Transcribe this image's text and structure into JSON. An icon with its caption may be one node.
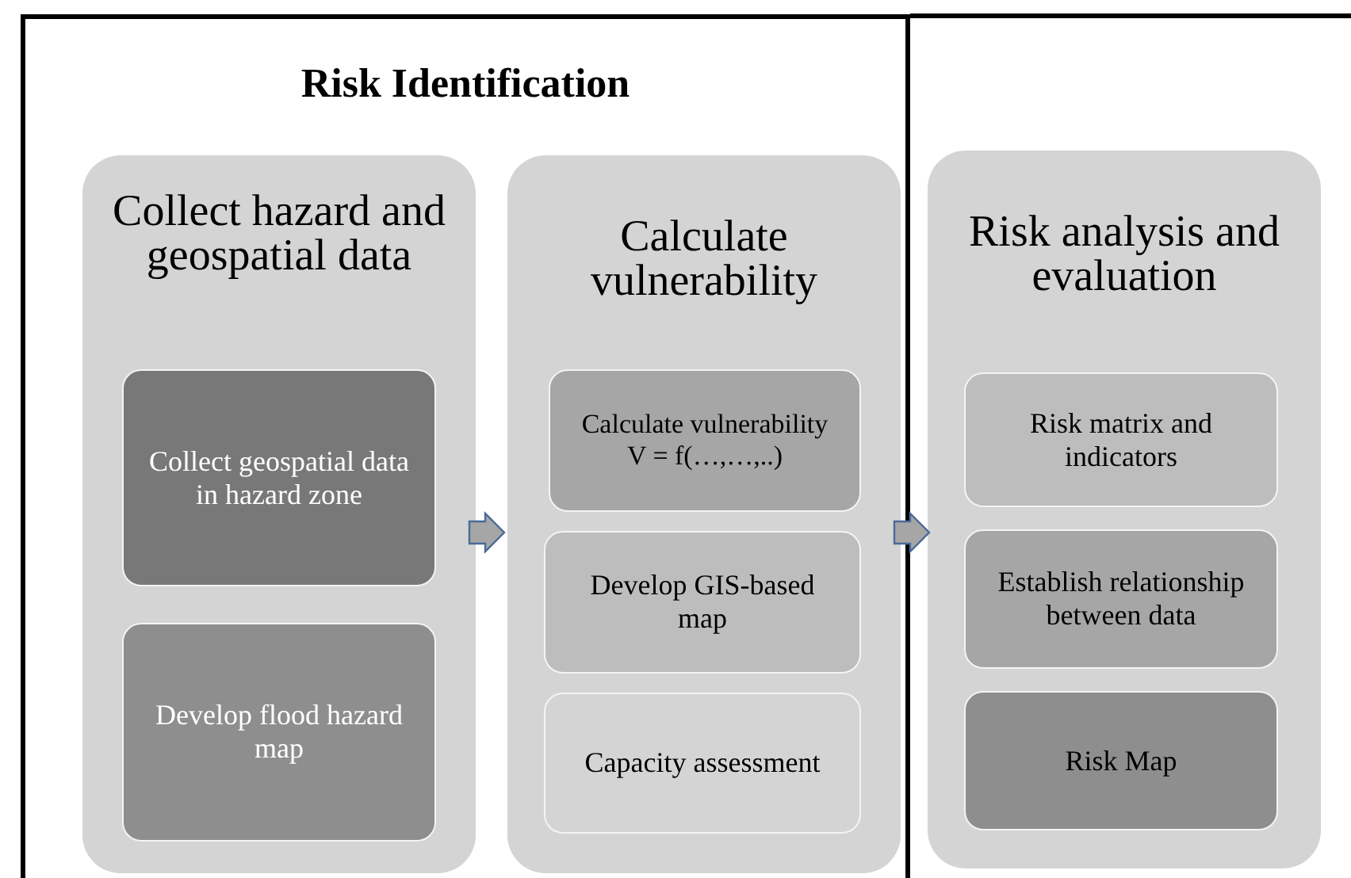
{
  "diagram": {
    "nodes": [
      {
        "text": [
          "Risk Identification"
        ]
      },
      {
        "text": [
          "Collect hazard and geospatial data"
        ],
        "in": 0
      },
      {
        "text": [
          "Collect geospatial data in hazard zone"
        ],
        "in": 1
      },
      {
        "text": [
          "Develop flood hazard map"
        ],
        "in": 1
      },
      {
        "text": [
          "Calculate vulnerability"
        ],
        "in": 0
      },
      {
        "text": [
          "Calculate vulnerability V = f(…,…,..)"
        ],
        "in": 4
      },
      {
        "text": [
          "Develop GIS-based map"
        ],
        "in": 4
      },
      {
        "text": [
          "Capacity assessment"
        ],
        "in": 4
      },
      {
        "text": [
          "Risk analysis and evaluation"
        ]
      },
      {
        "text": [
          "Risk matrix and indicators"
        ],
        "in": 8
      },
      {
        "text": [
          "Establish relationship between data"
        ],
        "in": 8
      },
      {
        "text": [
          "Risk Map"
        ],
        "in": 8
      }
    ],
    "edges": [
      {
        "from": 1,
        "to": 4,
        "arrow": "to"
      },
      {
        "from": 4,
        "to": 8,
        "arrow": "to"
      }
    ]
  }
}
